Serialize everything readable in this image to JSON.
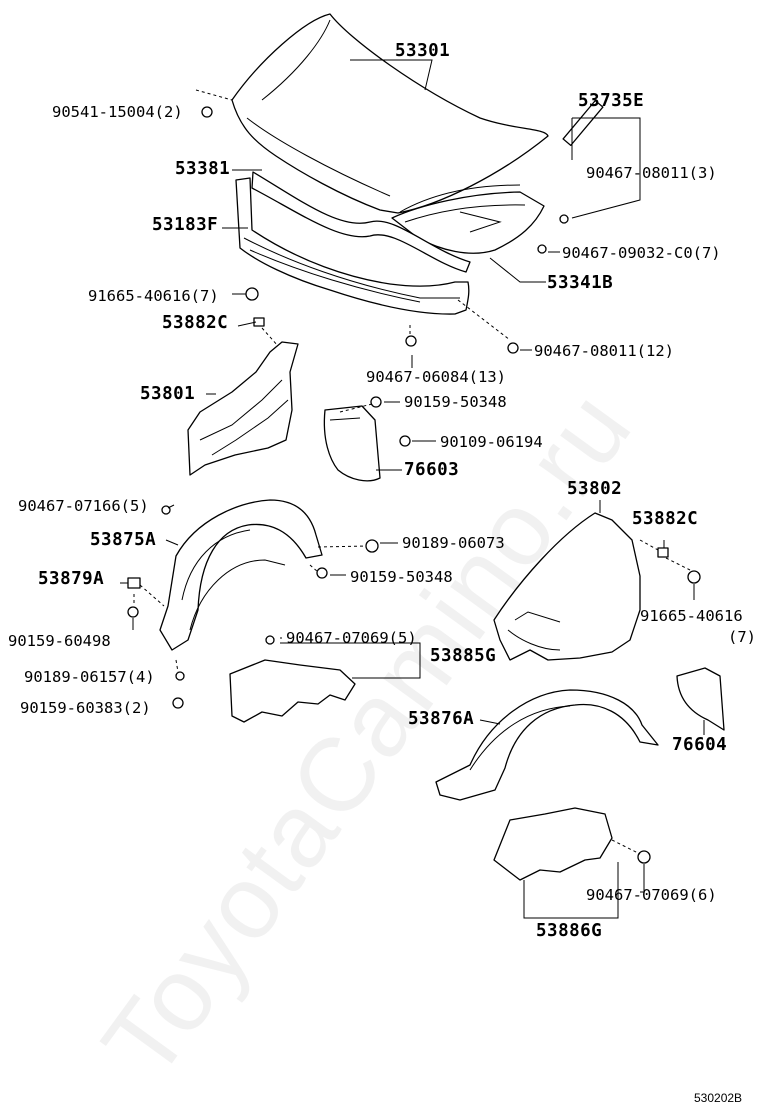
{
  "watermark": "ToyotaCamino.ru",
  "diagram_code": "530202B",
  "labels": {
    "l53301": "53301",
    "l90541": "90541-15004(2)",
    "l53735E": "53735E",
    "l90467_08011_3": "90467-08011(3)",
    "l53381": "53381",
    "l53183F": "53183F",
    "l90467_09032": "90467-09032-C0(7)",
    "l53341B": "53341B",
    "l91665_a": "91665-40616(7)",
    "l53882C_a": "53882C",
    "l90467_08011_12": "90467-08011(12)",
    "l90467_06084": "90467-06084(13)",
    "l53801": "53801",
    "l90159_50348_a": "90159-50348",
    "l90109": "90109-06194",
    "l76603": "76603",
    "l90467_07166": "90467-07166(5)",
    "l53802": "53802",
    "l53882C_b": "53882C",
    "l53875A": "53875A",
    "l90189_06073": "90189-06073",
    "l53879A": "53879A",
    "l90159_50348_b": "90159-50348",
    "l91665_b": "91665-40616",
    "l91665_b_qty": "(7)",
    "l90159_60498": "90159-60498",
    "l90467_07069_5": "90467-07069(5)",
    "l53885G": "53885G",
    "l90189_06157": "90189-06157(4)",
    "l90159_60383": "90159-60383(2)",
    "l53876A": "53876A",
    "l76604": "76604",
    "l90467_07069_6": "90467-07069(6)",
    "l53886G": "53886G"
  }
}
